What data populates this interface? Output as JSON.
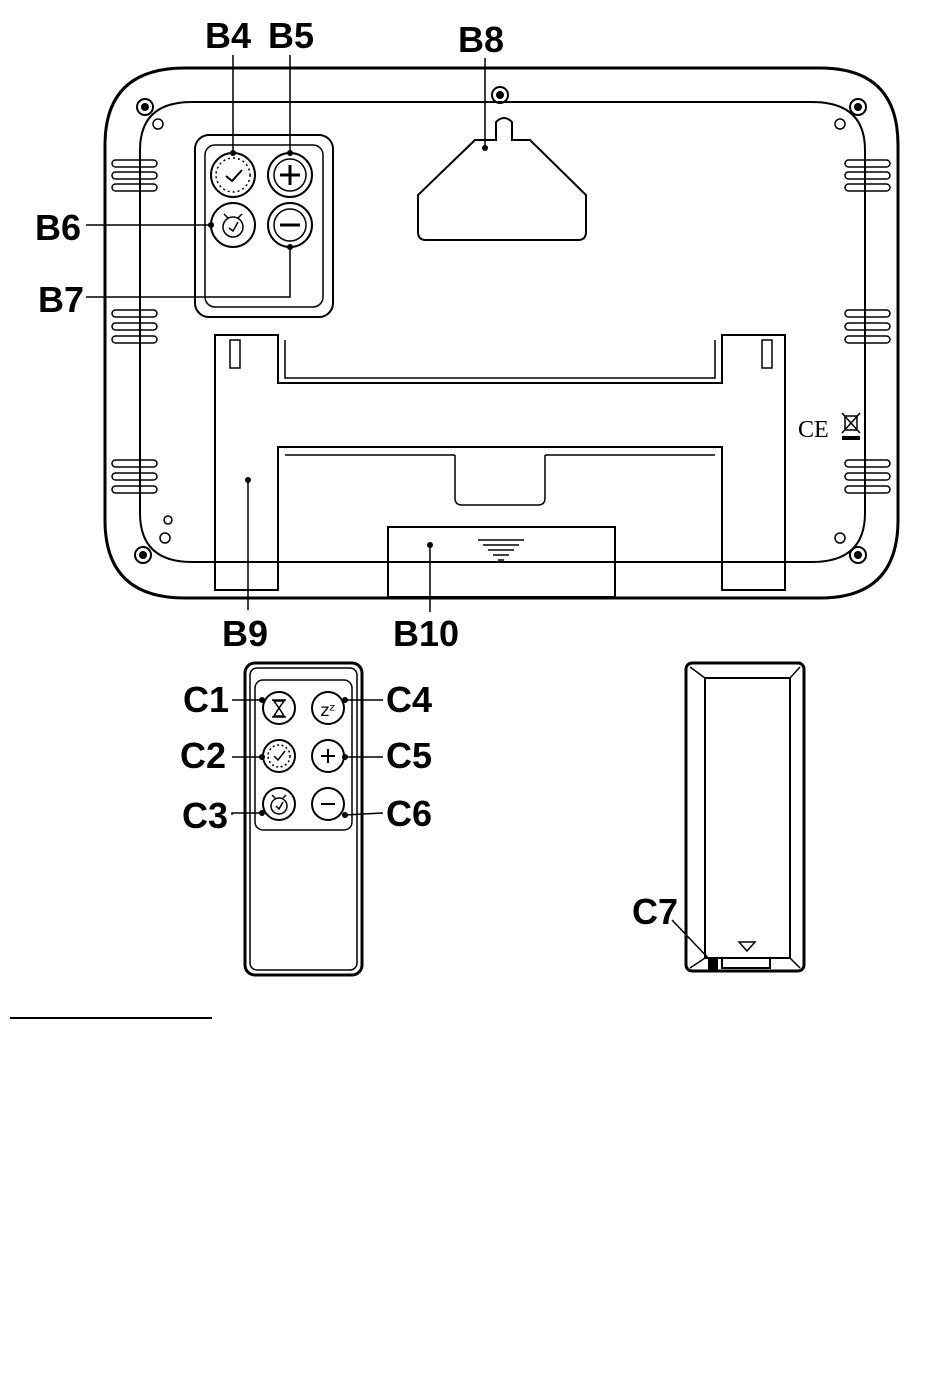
{
  "labels": {
    "B4": "B4",
    "B5": "B5",
    "B6": "B6",
    "B7": "B7",
    "B8": "B8",
    "B9": "B9",
    "B10": "B10",
    "C1": "C1",
    "C2": "C2",
    "C3": "C3",
    "C4": "C4",
    "C5": "C5",
    "C6": "C6",
    "C7": "C7"
  },
  "marks": {
    "ce": "CE",
    "weee": "weee-crossed-bin-icon"
  },
  "icons": {
    "B4": "clock-icon",
    "B5": "plus-icon",
    "B6": "alarm-clock-icon",
    "B7": "minus-icon",
    "C1": "hourglass-icon",
    "C2": "clock-icon",
    "C3": "alarm-clock-icon",
    "C4": "snooze-icon",
    "C5": "plus-icon",
    "C6": "minus-icon"
  },
  "button_glyphs": {
    "snooze": "zᶻ",
    "plus": "+",
    "minus": "−"
  }
}
